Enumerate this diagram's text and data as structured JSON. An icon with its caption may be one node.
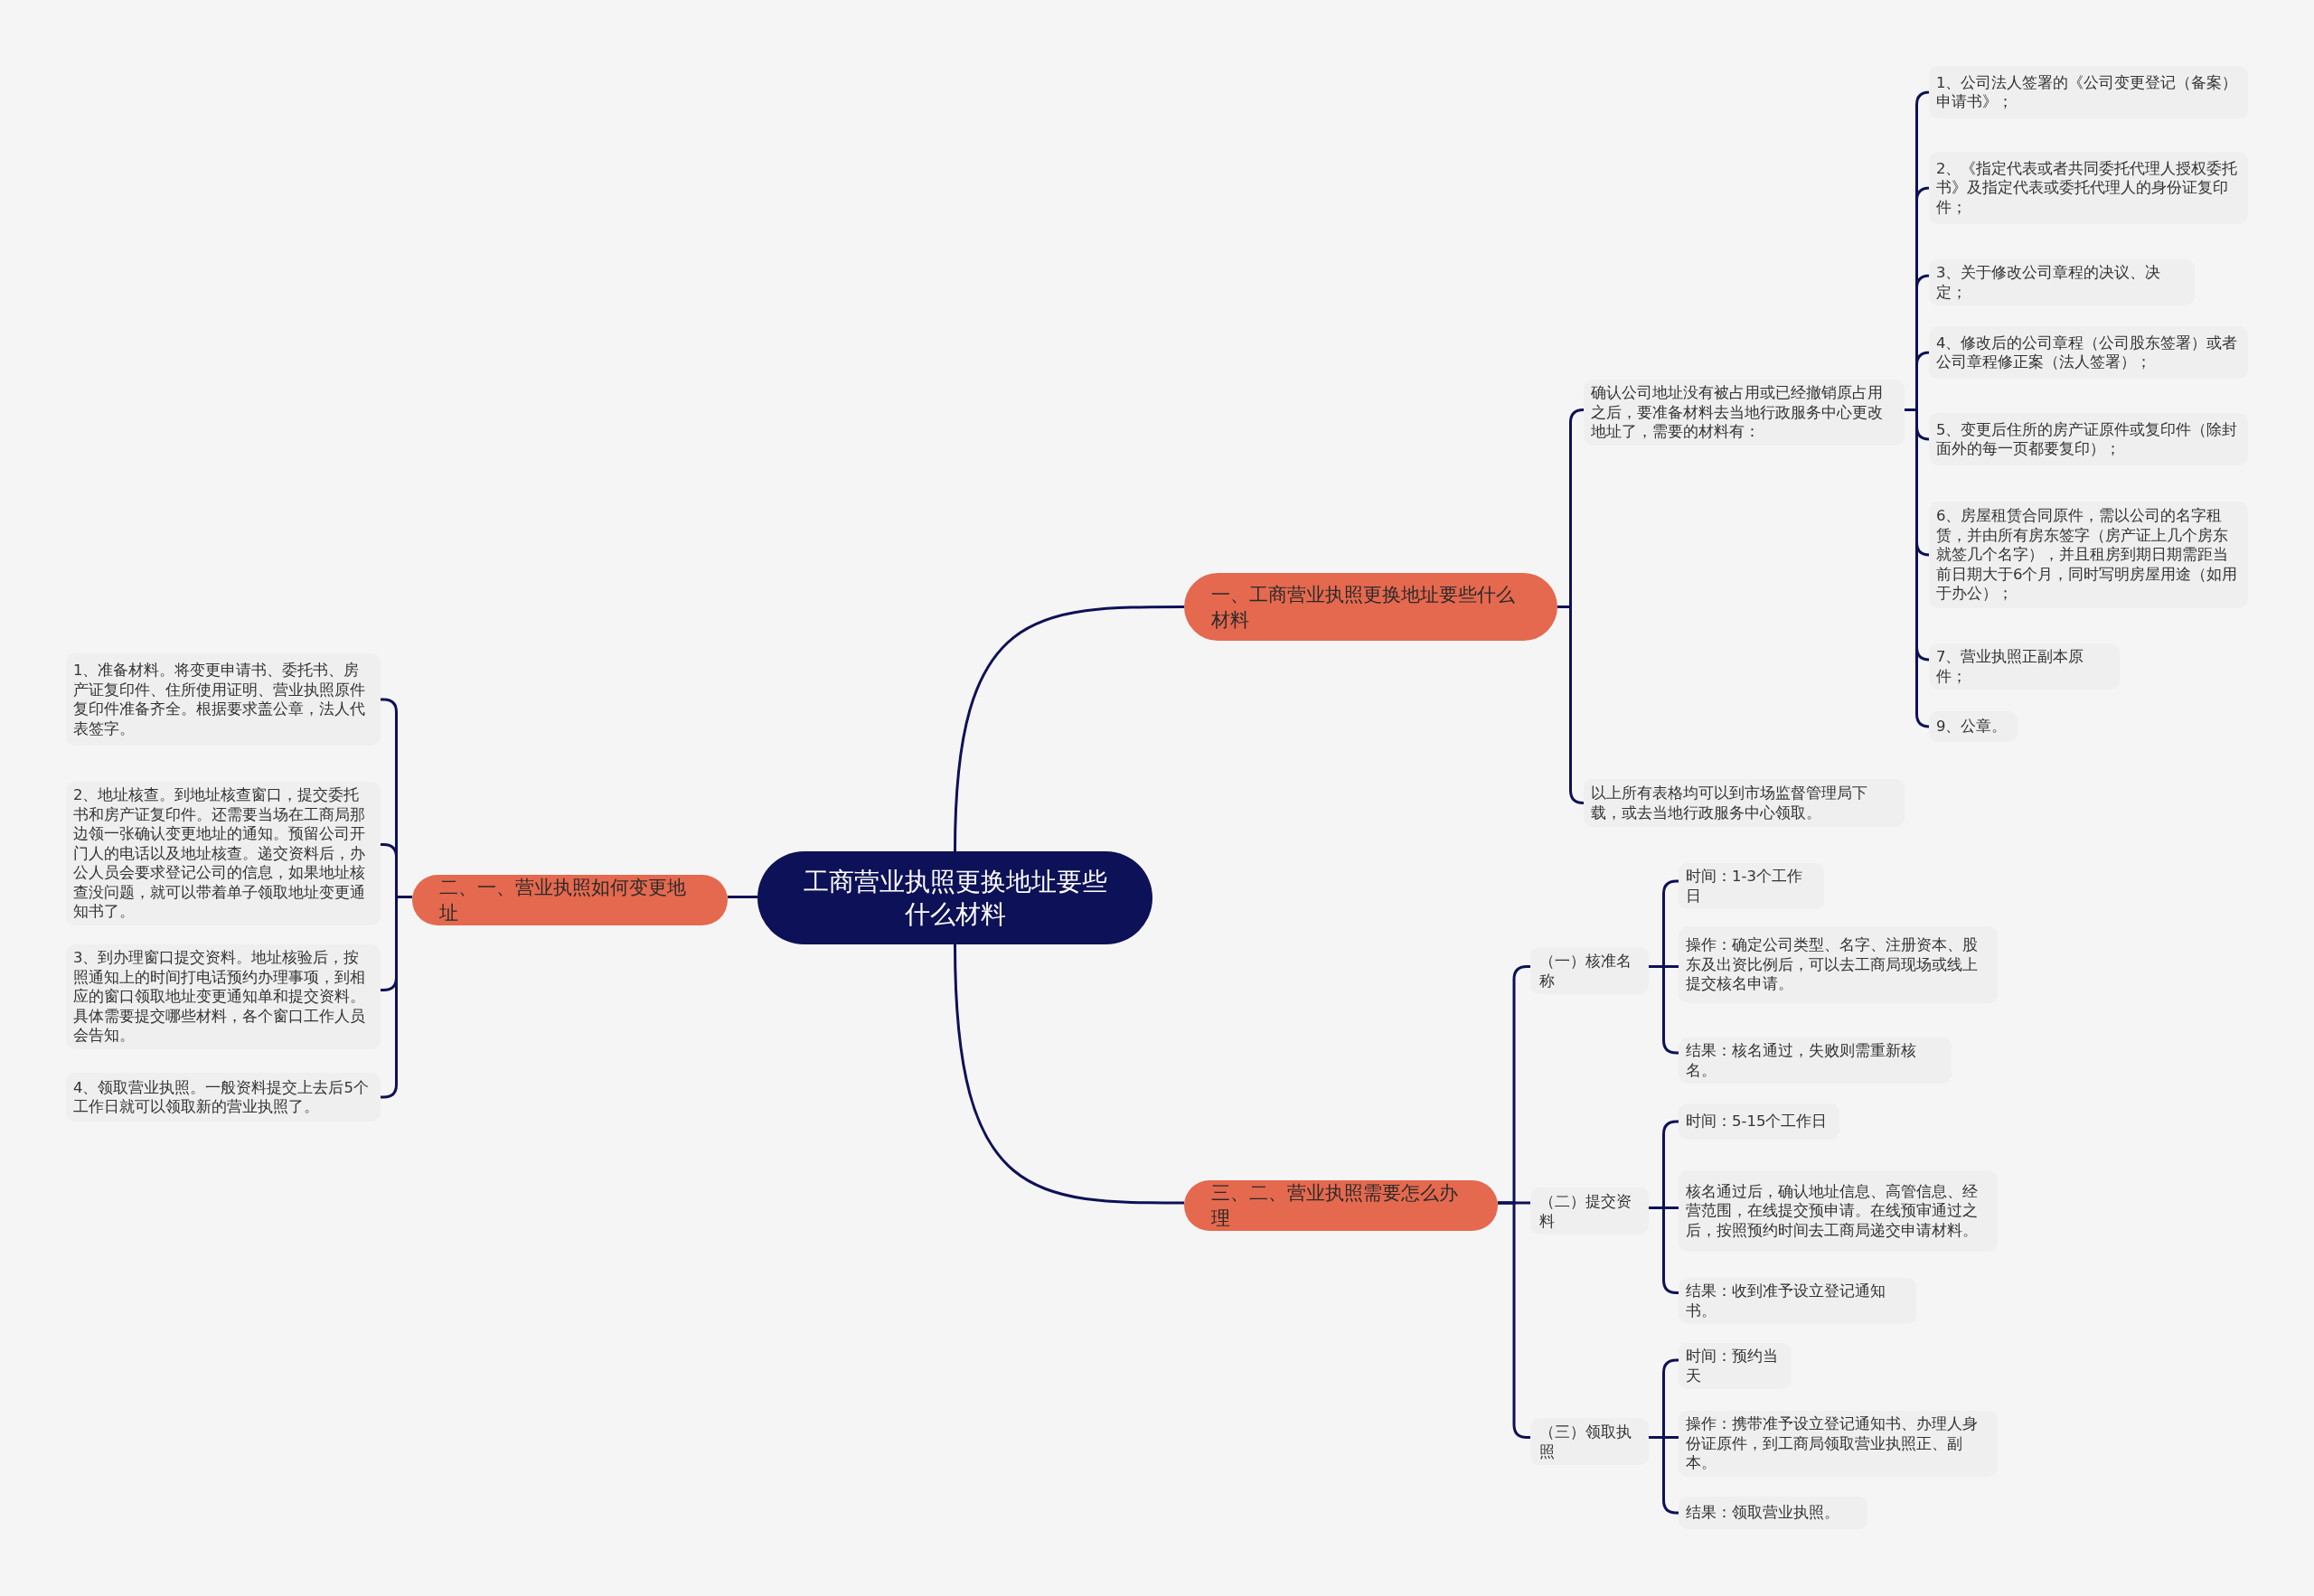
{
  "diagram": {
    "nodes": [
      {
        "text": [
          "工商营业执照更换地址要些什么材料"
        ]
      },
      {
        "text": [
          "一、工商营业执照更换地址要些什么材料"
        ]
      },
      {
        "text": [
          "确认公司地址没有被占用或已经撤销原占用之后，要准备材料去当地行政服务中心更改地址了，需要的材料有："
        ]
      },
      {
        "text": [
          "1、公司法人签署的《公司变更登记（备案）申请书》；"
        ]
      },
      {
        "text": [
          "2、《指定代表或者共同委托代理人授权委托书》及指定代表或委托代理人的身份证复印件；"
        ]
      },
      {
        "text": [
          "3、关于修改公司章程的决议、决定；"
        ]
      },
      {
        "text": [
          "4、修改后的公司章程（公司股东签署）或者公司章程修正案（法人签署）；"
        ]
      },
      {
        "text": [
          "5、变更后住所的房产证原件或复印件（除封面外的每一页都要复印）；"
        ]
      },
      {
        "text": [
          "6、房屋租赁合同原件，需以公司的名字租赁，并由所有房东签字（房产证上几个房东就签几个名字），并且租房到期日期需距当前日期大于6个月，同时写明房屋用途（如用于办公）；"
        ]
      },
      {
        "text": [
          "7、营业执照正副本原件；"
        ]
      },
      {
        "text": [
          "9、公章。"
        ]
      },
      {
        "text": [
          "以上所有表格均可以到市场监督管理局下载，或去当地行政服务中心领取。"
        ]
      },
      {
        "text": [
          "二、一、营业执照如何变更地址"
        ]
      },
      {
        "text": [
          "1、准备材料。将变更申请书、委托书、房产证复印件、住所使用证明、营业执照原件复印件准备齐全。根据要求盖公章，法人代表签字。"
        ]
      },
      {
        "text": [
          "2、地址核查。到地址核查窗口，提交委托书和房产证复印件。还需要当场在工商局那边领一张确认变更地址的通知。预留公司开门人的电话以及地址核查。递交资料后，办公人员会要求登记公司的信息，如果地址核查没问题，就可以带着单子领取地址变更通知书了。"
        ]
      },
      {
        "text": [
          "3、到办理窗口提交资料。地址核验后，按照通知上的时间打电话预约办理事项，到相应的窗口领取地址变更通知单和提交资料。具体需要提交哪些材料，各个窗口工作人员会告知。"
        ]
      },
      {
        "text": [
          "4、领取营业执照。一般资料提交上去后5个工作日就可以领取新的营业执照了。"
        ]
      },
      {
        "text": [
          "三、二、营业执照需要怎么办理"
        ]
      },
      {
        "text": [
          "（一）核准名称"
        ]
      },
      {
        "text": [
          "时间：1-3个工作日"
        ]
      },
      {
        "text": [
          "操作：确定公司类型、名字、注册资本、股东及出资比例后，可以去工商局现场或线上提交核名申请。"
        ]
      },
      {
        "text": [
          "结果：核名通过，失败则需重新核名。"
        ]
      },
      {
        "text": [
          "（二）提交资料"
        ]
      },
      {
        "text": [
          "时间：5-15个工作日"
        ]
      },
      {
        "text": [
          "核名通过后，确认地址信息、高管信息、经营范围，在线提交预申请。在线预审通过之后，按照预约时间去工商局递交申请材料。"
        ]
      },
      {
        "text": [
          "结果：收到准予设立登记通知书。"
        ]
      },
      {
        "text": [
          "（三）领取执照"
        ]
      },
      {
        "text": [
          "时间：预约当天"
        ]
      },
      {
        "text": [
          "操作：携带准予设立登记通知书、办理人身份证原件，到工商局领取营业执照正、副本。"
        ]
      },
      {
        "text": [
          "结果：领取营业执照。"
        ]
      }
    ],
    "edges": [
      {
        "from": 0,
        "to": 1,
        "arrow": "none"
      },
      {
        "from": 0,
        "to": 12,
        "arrow": "none"
      },
      {
        "from": 0,
        "to": 17,
        "arrow": "none"
      },
      {
        "from": 1,
        "to": 2,
        "arrow": "none"
      },
      {
        "from": 1,
        "to": 11,
        "arrow": "none"
      },
      {
        "from": 2,
        "to": 3,
        "arrow": "none"
      },
      {
        "from": 2,
        "to": 4,
        "arrow": "none"
      },
      {
        "from": 2,
        "to": 5,
        "arrow": "none"
      },
      {
        "from": 2,
        "to": 6,
        "arrow": "none"
      },
      {
        "from": 2,
        "to": 7,
        "arrow": "none"
      },
      {
        "from": 2,
        "to": 8,
        "arrow": "none"
      },
      {
        "from": 2,
        "to": 9,
        "arrow": "none"
      },
      {
        "from": 2,
        "to": 10,
        "arrow": "none"
      },
      {
        "from": 12,
        "to": 13,
        "arrow": "none"
      },
      {
        "from": 12,
        "to": 14,
        "arrow": "none"
      },
      {
        "from": 12,
        "to": 15,
        "arrow": "none"
      },
      {
        "from": 12,
        "to": 16,
        "arrow": "none"
      },
      {
        "from": 17,
        "to": 18,
        "arrow": "none"
      },
      {
        "from": 17,
        "to": 22,
        "arrow": "none"
      },
      {
        "from": 17,
        "to": 26,
        "arrow": "none"
      },
      {
        "from": 18,
        "to": 19,
        "arrow": "none"
      },
      {
        "from": 18,
        "to": 20,
        "arrow": "none"
      },
      {
        "from": 18,
        "to": 21,
        "arrow": "none"
      },
      {
        "from": 22,
        "to": 23,
        "arrow": "none"
      },
      {
        "from": 22,
        "to": 24,
        "arrow": "none"
      },
      {
        "from": 22,
        "to": 25,
        "arrow": "none"
      },
      {
        "from": 26,
        "to": 27,
        "arrow": "none"
      },
      {
        "from": 26,
        "to": 28,
        "arrow": "none"
      },
      {
        "from": 26,
        "to": 29,
        "arrow": "none"
      }
    ]
  }
}
